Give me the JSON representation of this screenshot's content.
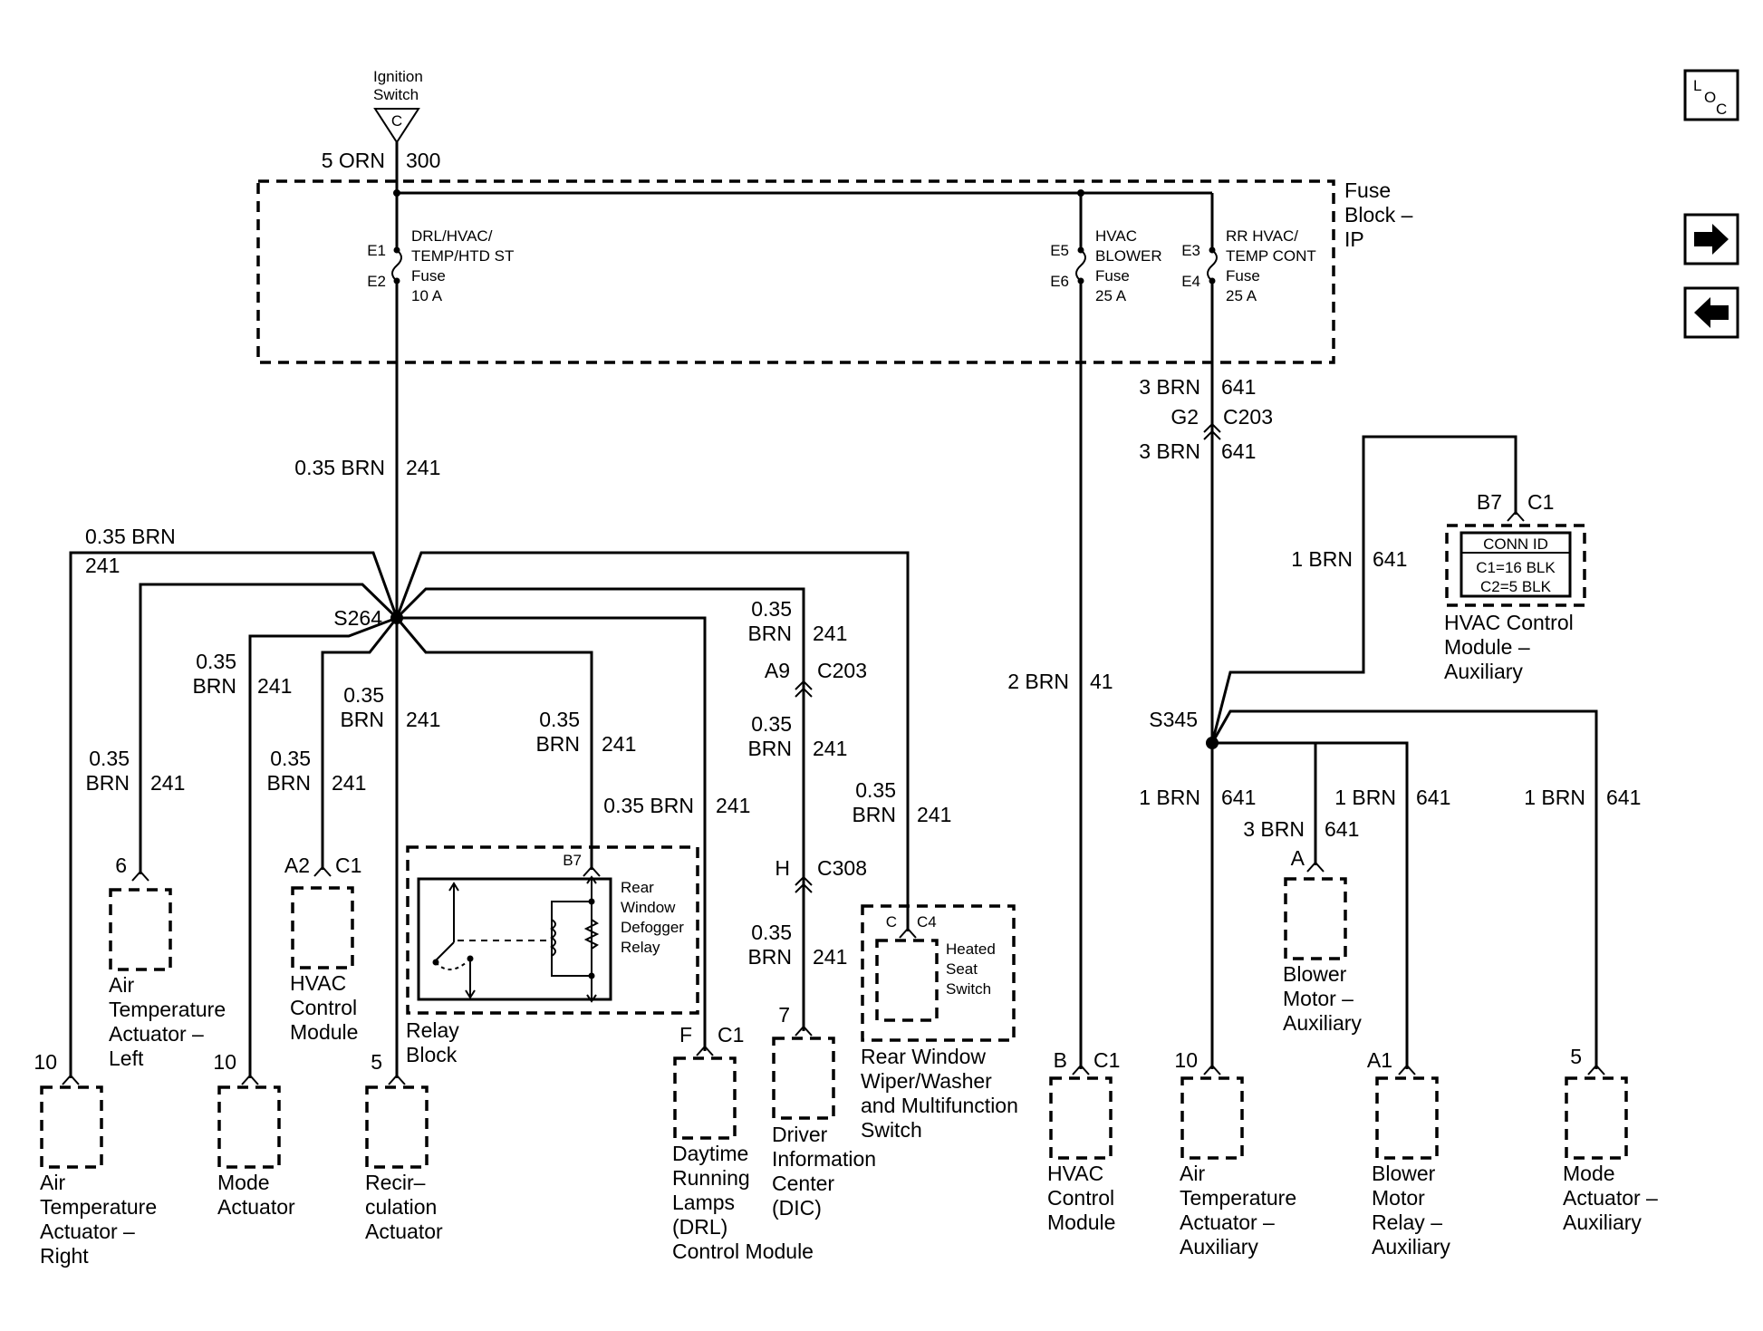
{
  "ignition": {
    "title_line1": "Ignition",
    "title_line2": "Switch",
    "terminal": "C",
    "wire_color": "5 ORN",
    "circuit": "300"
  },
  "fuse_block": {
    "name_line1": "Fuse",
    "name_line2": "Block –",
    "name_line3": "IP",
    "fuses": [
      {
        "pin_in": "E1",
        "pin_out": "E2",
        "line1": "DRL/HVAC/",
        "line2": "TEMP/HTD ST",
        "line3": "Fuse",
        "line4": "10 A"
      },
      {
        "pin_in": "E5",
        "pin_out": "E6",
        "line1": "HVAC",
        "line2": "BLOWER",
        "line3": "Fuse",
        "line4": "25 A"
      },
      {
        "pin_in": "E3",
        "pin_out": "E4",
        "line1": "RR HVAC/",
        "line2": "TEMP CONT",
        "line3": "Fuse",
        "line4": "25 A"
      }
    ]
  },
  "nav": {
    "loc_l": "L",
    "loc_o": "O",
    "loc_c": "C"
  },
  "splices": {
    "s264": "S264",
    "s345": "S345"
  },
  "wires": {
    "main_241": {
      "color": "0.35 BRN",
      "circuit": "241"
    },
    "top_left_241": {
      "color": "0.35 BRN",
      "circuit": "241"
    },
    "left_6": {
      "color1": "0.35",
      "color2": "BRN",
      "circuit": "241"
    },
    "mode": {
      "color1": "0.35",
      "color2": "BRN",
      "circuit": "241"
    },
    "hvac_a2": {
      "color1": "0.35",
      "color2": "BRN",
      "circuit": "241"
    },
    "recirc": {
      "color1": "0.35",
      "color2": "BRN",
      "circuit": "241"
    },
    "relay": {
      "color1": "0.35",
      "color2": "BRN",
      "circuit": "241"
    },
    "drl": {
      "color": "0.35 BRN",
      "circuit": "241"
    },
    "dic_upper": {
      "color1": "0.35",
      "color2": "BRN",
      "circuit": "241"
    },
    "dic_mid": {
      "color1": "0.35",
      "color2": "BRN",
      "circuit": "241"
    },
    "dic_lower": {
      "color1": "0.35",
      "color2": "BRN",
      "circuit": "241"
    },
    "heated": {
      "color1": "0.35",
      "color2": "BRN",
      "circuit": "241"
    },
    "hvac_41": {
      "color": "2 BRN",
      "circuit": "41"
    },
    "rr_upper": {
      "color": "3 BRN",
      "circuit": "641"
    },
    "rr_lower": {
      "color": "3 BRN",
      "circuit": "641"
    },
    "conn_id_feed": {
      "color": "1 BRN",
      "circuit": "641"
    },
    "aux_temp": {
      "color": "1 BRN",
      "circuit": "641"
    },
    "blower_a": {
      "color": "3 BRN",
      "circuit": "641"
    },
    "blower_relay": {
      "color": "1 BRN",
      "circuit": "641"
    },
    "mode_aux": {
      "color": "1 BRN",
      "circuit": "641"
    }
  },
  "connectors": {
    "c203_a9": {
      "pin": "A9",
      "name": "C203"
    },
    "c308": {
      "pin": "H",
      "name": "C308"
    },
    "c203_g2": {
      "pin": "G2",
      "name": "C203"
    }
  },
  "components": {
    "air_temp_right": {
      "pin": "10",
      "line1": "Air",
      "line2": "Temperature",
      "line3": "Actuator –",
      "line4": "Right"
    },
    "air_temp_left": {
      "pin": "6",
      "line1": "Air",
      "line2": "Temperature",
      "line3": "Actuator –",
      "line4": "Left"
    },
    "mode_actuator": {
      "pin": "10",
      "line1": "Mode",
      "line2": "Actuator"
    },
    "hvac_module_a2": {
      "pin": "A2",
      "conn": "C1",
      "line1": "HVAC",
      "line2": "Control",
      "line3": "Module"
    },
    "recirc_actuator": {
      "pin": "5",
      "line1": "Recir–",
      "line2": "culation",
      "line3": "Actuator"
    },
    "relay_block": {
      "line1": "Relay",
      "line2": "Block"
    },
    "defogger_relay": {
      "pin": "B7",
      "line1": "Rear",
      "line2": "Window",
      "line3": "Defogger",
      "line4": "Relay"
    },
    "drl_module": {
      "pin": "F",
      "conn": "C1",
      "line1": "Daytime",
      "line2": "Running",
      "line3": "Lamps",
      "line4": "(DRL)",
      "line5": "Control Module"
    },
    "dic": {
      "pin": "7",
      "line1": "Driver",
      "line2": "Information",
      "line3": "Center",
      "line4": "(DIC)"
    },
    "heated_seat": {
      "pin": "C",
      "conn": "C4",
      "line1": "Heated",
      "line2": "Seat",
      "line3": "Switch"
    },
    "rear_wiper": {
      "line1": "Rear Window",
      "line2": "Wiper/Washer",
      "line3": "and Multifunction",
      "line4": "Switch"
    },
    "hvac_module_b": {
      "pin": "B",
      "conn": "C1",
      "line1": "HVAC",
      "line2": "Control",
      "line3": "Module"
    },
    "hvac_aux": {
      "pin": "B7",
      "conn": "C1",
      "id_title": "CONN ID",
      "id_line1": "C1=16 BLK",
      "id_line2": "C2=5 BLK",
      "line1": "HVAC Control",
      "line2": "Module –",
      "line3": "Auxiliary"
    },
    "blower_motor_aux": {
      "pin": "A",
      "line1": "Blower",
      "line2": "Motor –",
      "line3": "Auxiliary"
    },
    "air_temp_aux": {
      "pin": "10",
      "line1": "Air",
      "line2": "Temperature",
      "line3": "Actuator –",
      "line4": "Auxiliary"
    },
    "blower_relay_aux": {
      "pin": "A1",
      "line1": "Blower",
      "line2": "Motor",
      "line3": "Relay –",
      "line4": "Auxiliary"
    },
    "mode_aux": {
      "pin": "5",
      "line1": "Mode",
      "line2": "Actuator –",
      "line3": "Auxiliary"
    }
  }
}
